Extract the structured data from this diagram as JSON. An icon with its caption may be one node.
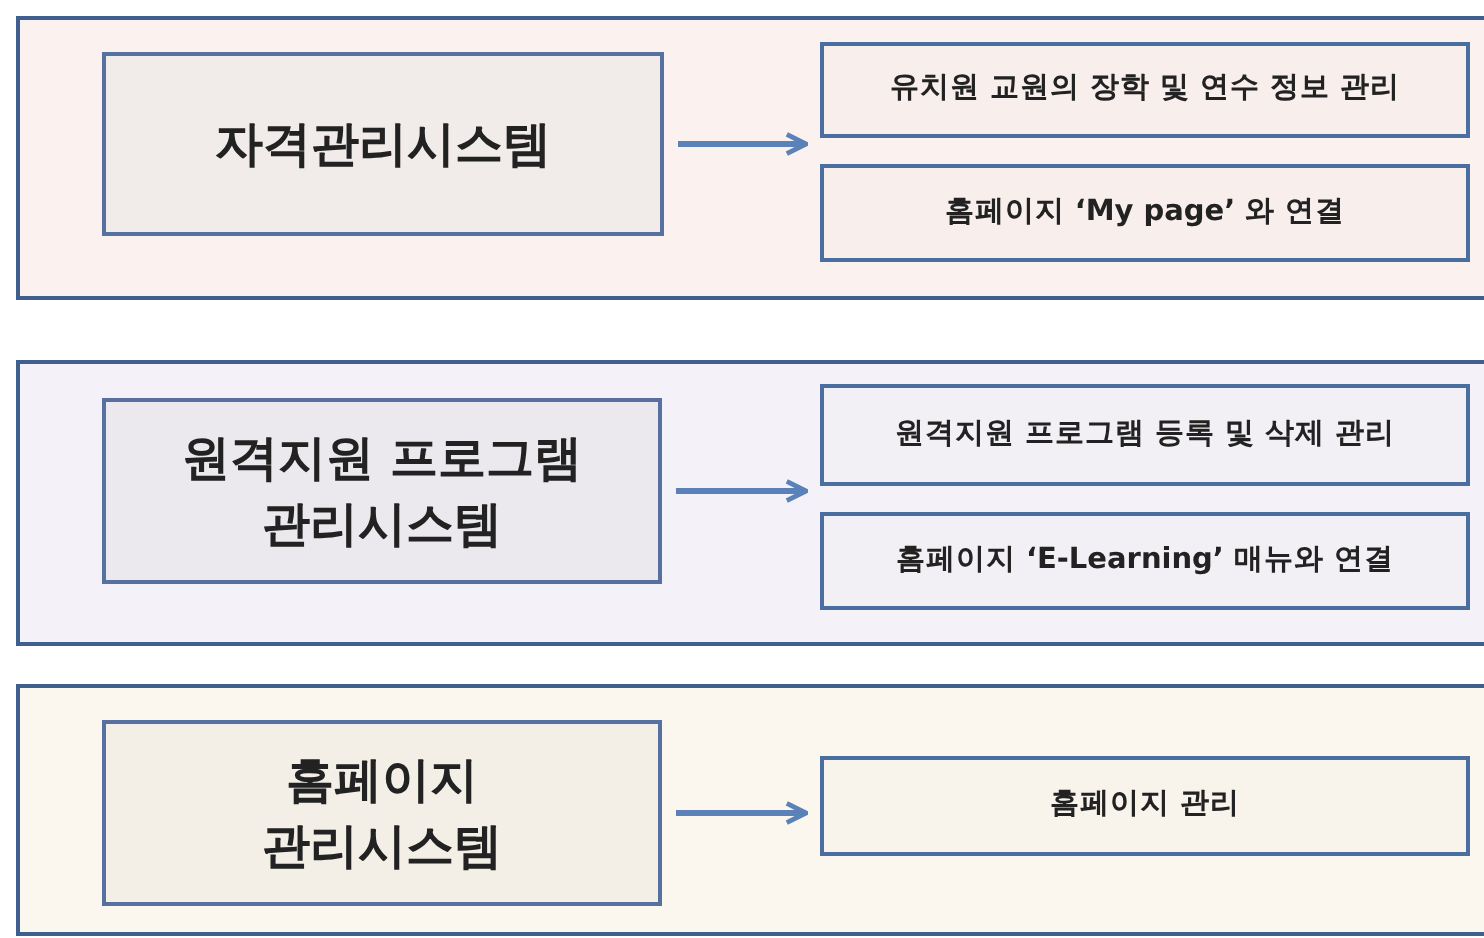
{
  "diagram": {
    "nodes": [
      {
        "text": [],
        "shape": "box"
      },
      {
        "text": [
          "자격관리시스템"
        ],
        "in": 0
      },
      {
        "text": [
          "유치원 교원의 장학 및 연수 정보 관리"
        ],
        "in": 0
      },
      {
        "text": [
          "홈페이지 ‘My page’ 와 연결"
        ],
        "in": 0
      },
      {
        "text": [],
        "shape": "box"
      },
      {
        "text": [
          "원격지원 프로그램 관리시스템"
        ],
        "in": 4
      },
      {
        "text": [
          "원격지원 프로그램 등록 및 삭제 관리"
        ],
        "in": 4
      },
      {
        "text": [
          "홈페이지 ‘E-Learning’ 매뉴와 연결"
        ],
        "in": 4
      },
      {
        "text": [],
        "shape": "box"
      },
      {
        "text": [
          "홈페이지 관리시스템"
        ],
        "in": 8
      },
      {
        "text": [
          "홈페이지 관리"
        ],
        "in": 8
      }
    ],
    "edges": [
      {
        "from": 1,
        "to": 2,
        "arrow": "to"
      },
      {
        "from": 1,
        "to": 3,
        "arrow": "to"
      },
      {
        "from": 5,
        "to": 6,
        "arrow": "to"
      },
      {
        "from": 5,
        "to": 7,
        "arrow": "to"
      },
      {
        "from": 9,
        "to": 10,
        "arrow": "to"
      }
    ]
  }
}
